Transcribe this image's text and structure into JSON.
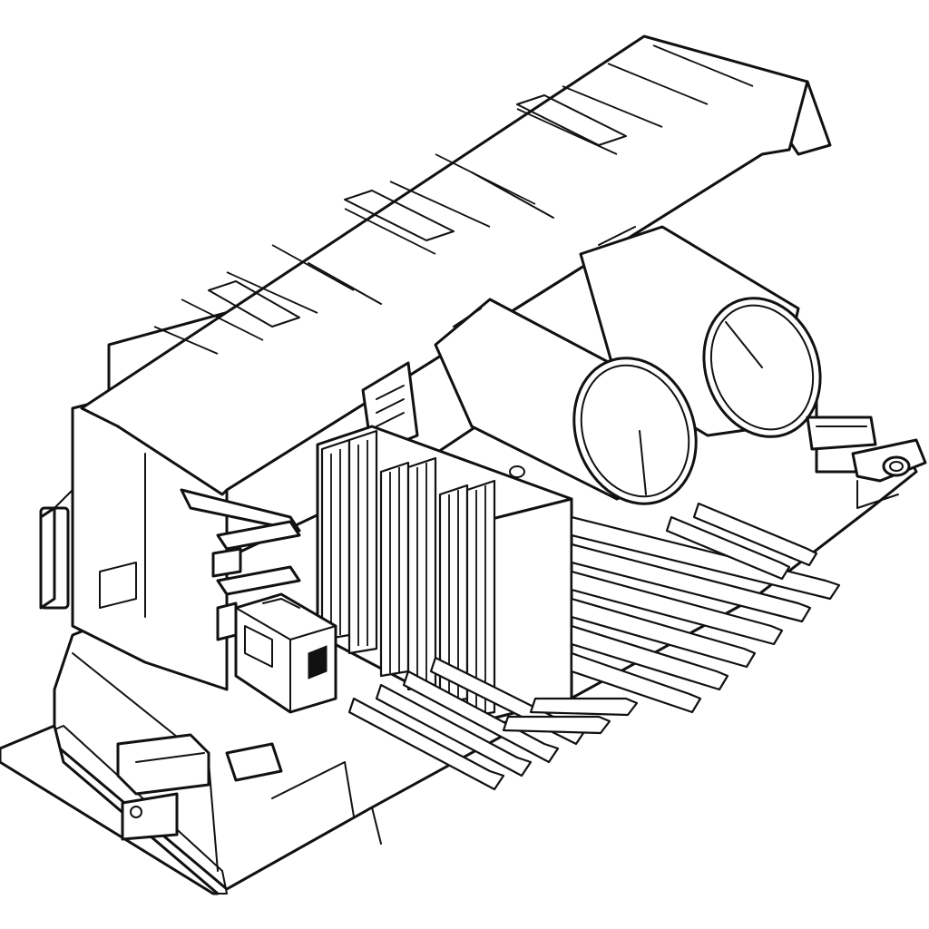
{
  "figure": {
    "kind": "isometric line drawing",
    "line_color": "#111111",
    "background": "#ffffff",
    "components": [
      "housing-frame",
      "top-cover",
      "capacitor-left",
      "capacitor-right",
      "heat-sink",
      "cooling-fins-front",
      "cooling-fins-back",
      "connector-block",
      "mounting-lug-right",
      "mounting-clip-front",
      "mounting-tab-left"
    ]
  }
}
